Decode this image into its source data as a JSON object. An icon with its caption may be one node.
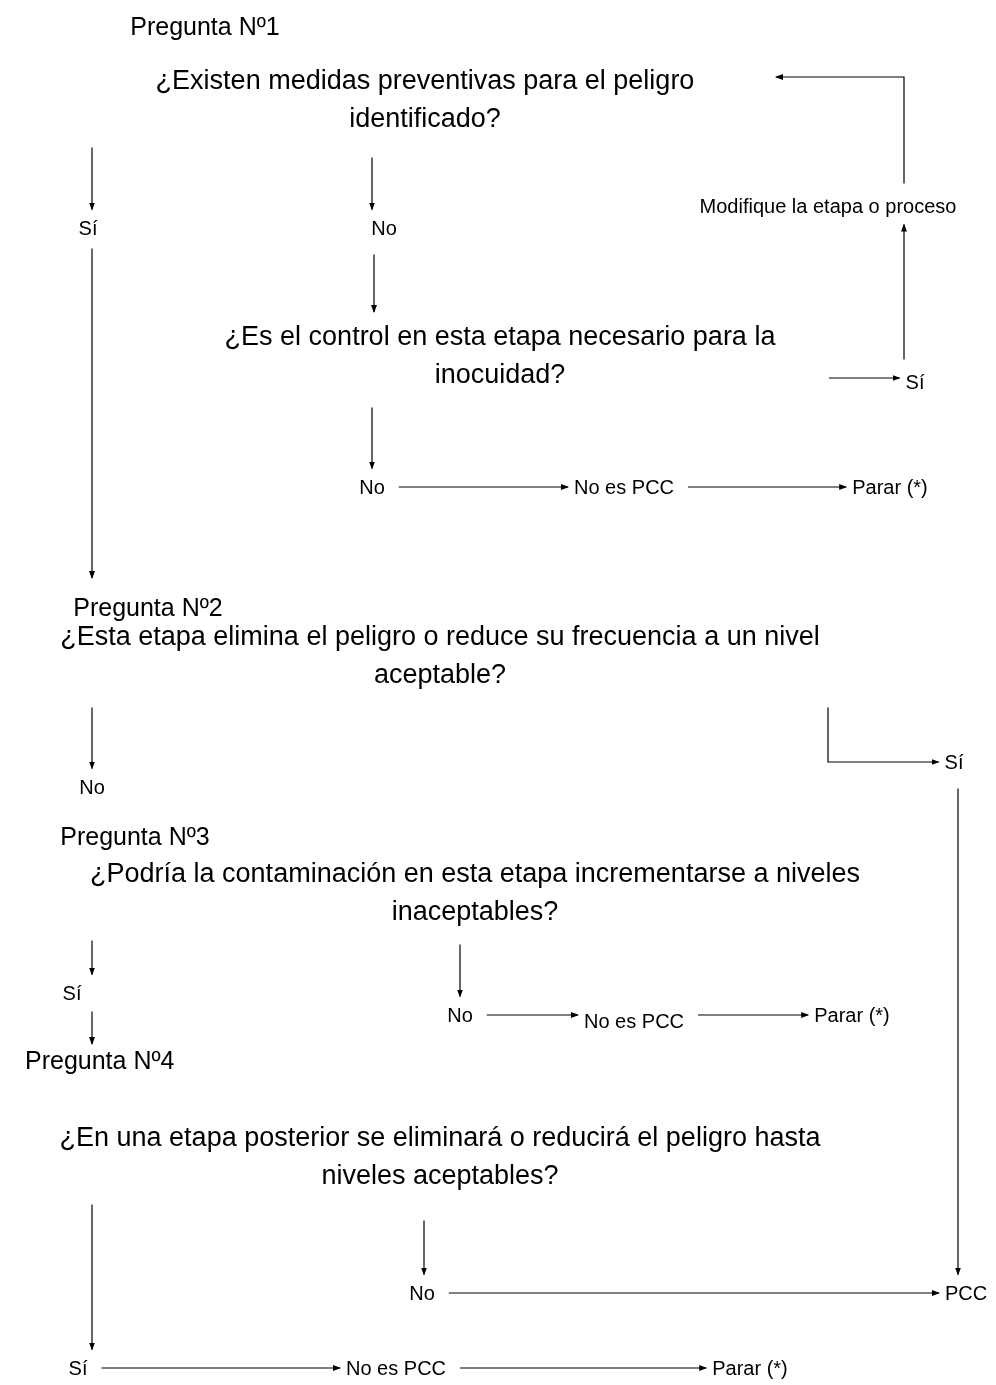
{
  "diagram": {
    "nodes": [
      {
        "text": [
          "¿Existen medidas preventivas para el peligro identificado?"
        ]
      },
      {
        "text": [
          "Sí"
        ]
      },
      {
        "text": [
          "No"
        ]
      },
      {
        "text": [
          "Modifique la etapa o proceso"
        ]
      },
      {
        "text": [
          "¿Es el control en esta etapa necesario para la inocuidad?"
        ]
      },
      {
        "text": [
          "Sí"
        ]
      },
      {
        "text": [
          "No"
        ]
      },
      {
        "text": [
          "No es PCC"
        ]
      },
      {
        "text": [
          "Parar (*)"
        ]
      },
      {
        "text": [
          "¿Esta etapa elimina el peligro o reduce su frecuencia a un nivel aceptable?"
        ]
      },
      {
        "text": [
          "No"
        ]
      },
      {
        "text": [
          "Sí"
        ]
      },
      {
        "text": [
          "¿Podría la contaminación en esta etapa incrementarse a niveles inaceptables?"
        ]
      },
      {
        "text": [
          "Sí"
        ]
      },
      {
        "text": [
          "No"
        ]
      },
      {
        "text": [
          "No es PCC"
        ]
      },
      {
        "text": [
          "Parar (*)"
        ]
      },
      {
        "text": [
          "Pregunta Nº4",
          "¿En una etapa posterior se eliminará o reducirá el peligro hasta niveles aceptables?"
        ]
      },
      {
        "text": [
          "No"
        ]
      },
      {
        "text": [
          "PCC"
        ]
      },
      {
        "text": [
          "Sí"
        ]
      },
      {
        "text": [
          "No es PCC"
        ]
      },
      {
        "text": [
          "Parar (*)"
        ]
      }
    ],
    "edges": [
      {
        "from": 0,
        "to": 1,
        "arrow": "to"
      },
      {
        "from": 0,
        "to": 2,
        "arrow": "to"
      },
      {
        "from": 2,
        "to": 4,
        "arrow": "to"
      },
      {
        "from": 4,
        "to": 5,
        "arrow": "to"
      },
      {
        "from": 5,
        "to": 3,
        "arrow": "to"
      },
      {
        "from": 3,
        "to": 0,
        "arrow": "to"
      },
      {
        "from": 4,
        "to": 6,
        "arrow": "to"
      },
      {
        "from": 6,
        "to": 7,
        "arrow": "to"
      },
      {
        "from": 7,
        "to": 8,
        "arrow": "to"
      },
      {
        "from": 1,
        "to": 9,
        "arrow": "to"
      },
      {
        "from": 9,
        "to": 10,
        "arrow": "to"
      },
      {
        "from": 9,
        "to": 11,
        "arrow": "to"
      },
      {
        "from": 12,
        "to": 13,
        "arrow": "to"
      },
      {
        "from": 12,
        "to": 14,
        "arrow": "to"
      },
      {
        "from": 14,
        "to": 15,
        "arrow": "to"
      },
      {
        "from": 15,
        "to": 16,
        "arrow": "to"
      },
      {
        "from": 13,
        "to": 17,
        "arrow": "to"
      },
      {
        "from": 17,
        "to": 18,
        "arrow": "to"
      },
      {
        "from": 18,
        "to": 19,
        "arrow": "to"
      },
      {
        "from": 11,
        "to": 19,
        "arrow": "to"
      },
      {
        "from": 17,
        "to": 20,
        "arrow": "to"
      },
      {
        "from": 20,
        "to": 21,
        "arrow": "to"
      },
      {
        "from": 21,
        "to": 22,
        "arrow": "to"
      }
    ],
    "labels": [
      "Pregunta Nº1",
      "Pregunta Nº2",
      "Pregunta Nº3"
    ]
  }
}
